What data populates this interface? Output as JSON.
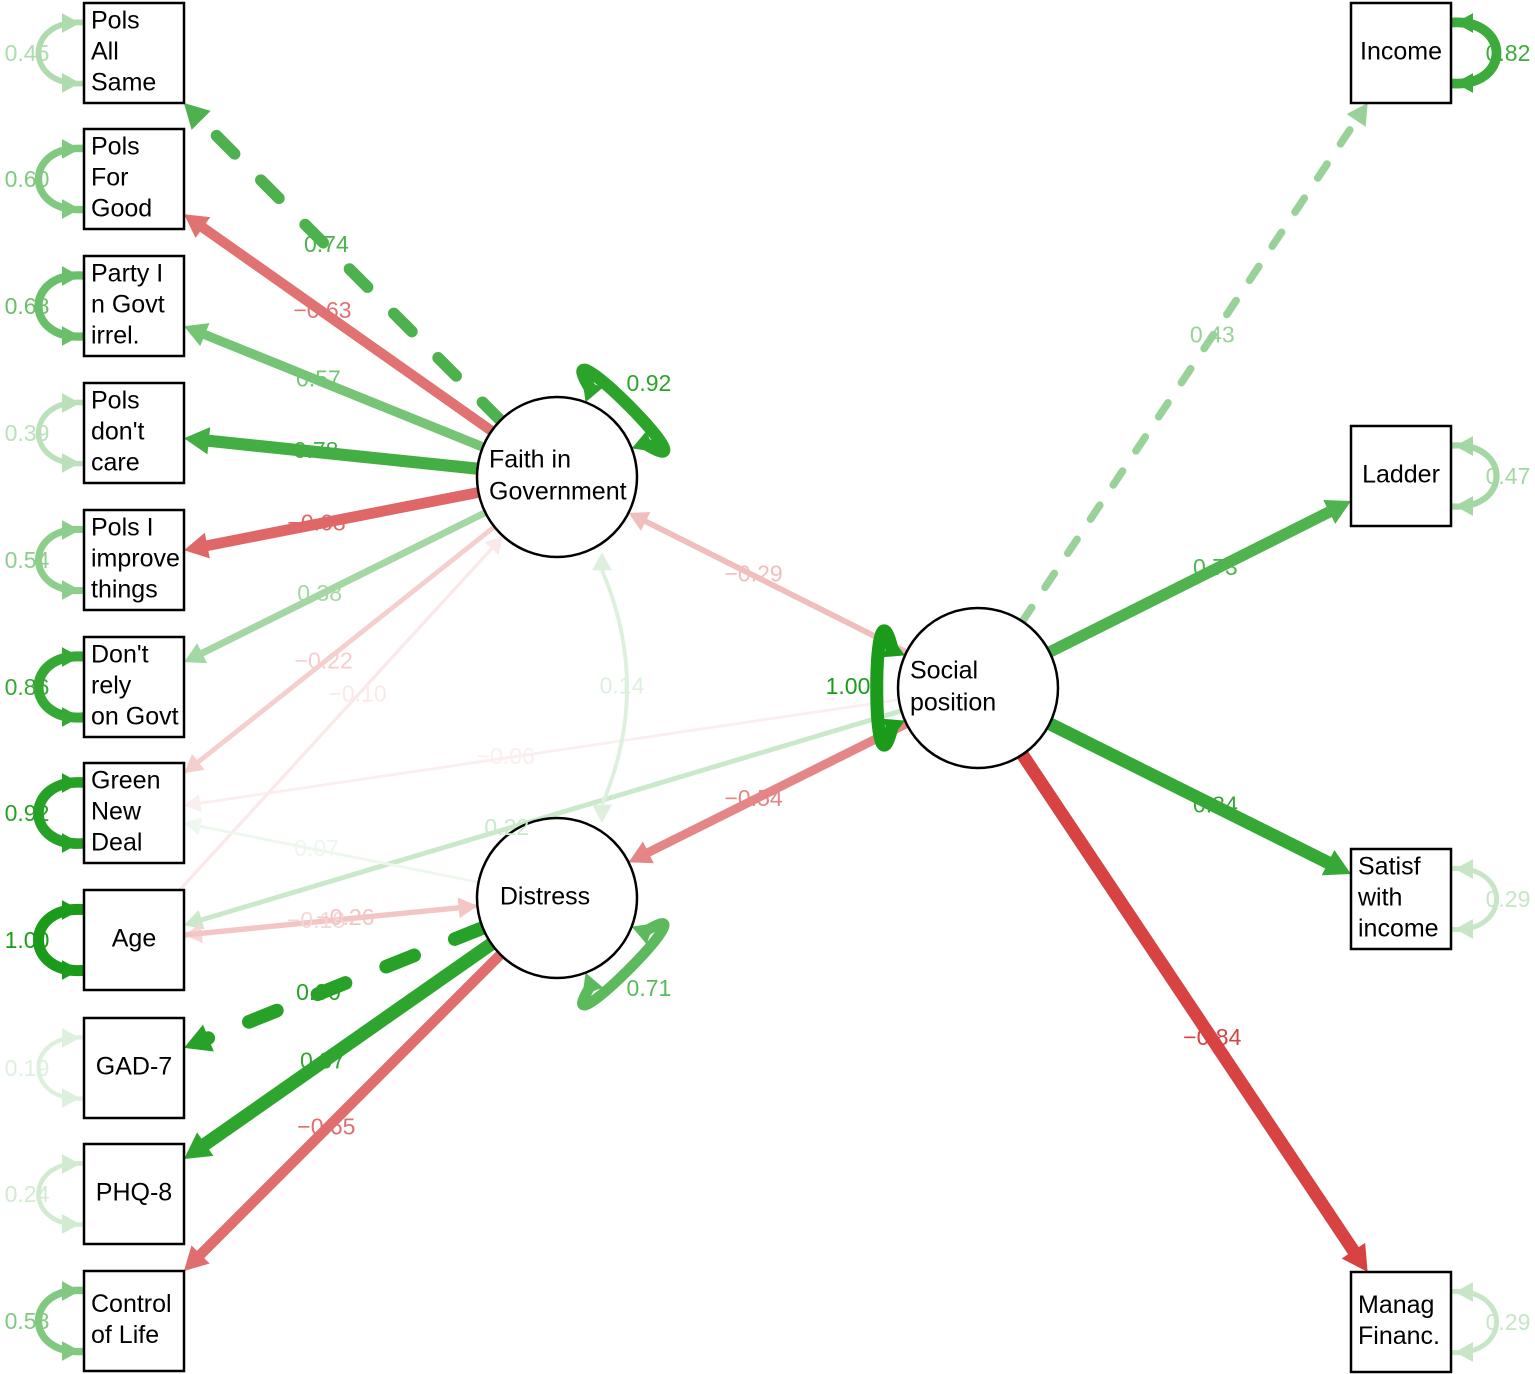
{
  "colors": {
    "positive": "#1a9c1a",
    "negative": "#d22a2a"
  },
  "observed": [
    {
      "id": "pols_all_same",
      "lines": [
        "Pols",
        "All",
        "Same"
      ],
      "variance": "0.45",
      "var_strength": 0.35
    },
    {
      "id": "pols_for_good",
      "lines": [
        "Pols",
        "For",
        "Good"
      ],
      "variance": "0.60",
      "var_strength": 0.55
    },
    {
      "id": "party_in_govt",
      "lines": [
        "Party I",
        "n Govt",
        "irrel."
      ],
      "variance": "0.68",
      "var_strength": 0.65
    },
    {
      "id": "pols_dont_care",
      "lines": [
        "Pols",
        "don't",
        "care"
      ],
      "variance": "0.39",
      "var_strength": 0.3
    },
    {
      "id": "pols_improve",
      "lines": [
        "Pols I",
        "improve",
        "things"
      ],
      "variance": "0.54",
      "var_strength": 0.5
    },
    {
      "id": "dont_rely",
      "lines": [
        "Don't",
        "rely",
        "on Govt"
      ],
      "variance": "0.86",
      "var_strength": 0.88
    },
    {
      "id": "green_new_deal",
      "lines": [
        "Green",
        "New",
        "Deal"
      ],
      "variance": "0.92",
      "var_strength": 0.95
    },
    {
      "id": "age",
      "lines": [
        "Age"
      ],
      "variance": "1.00",
      "var_strength": 1.0
    },
    {
      "id": "gad7",
      "lines": [
        "GAD-7"
      ],
      "variance": "0.19",
      "var_strength": 0.15
    },
    {
      "id": "phq8",
      "lines": [
        "PHQ-8"
      ],
      "variance": "0.24",
      "var_strength": 0.2
    },
    {
      "id": "control_life",
      "lines": [
        "Control",
        "of Life"
      ],
      "variance": "0.58",
      "var_strength": 0.55
    },
    {
      "id": "income",
      "lines": [
        "Income"
      ],
      "variance": "0.82",
      "var_strength": 0.85
    },
    {
      "id": "ladder",
      "lines": [
        "Ladder"
      ],
      "variance": "0.47",
      "var_strength": 0.4
    },
    {
      "id": "satisf_income",
      "lines": [
        "Satisf",
        "with",
        "income"
      ],
      "variance": "0.29",
      "var_strength": 0.25
    },
    {
      "id": "manag_financ",
      "lines": [
        "Manag",
        "Financ."
      ],
      "variance": "0.29",
      "var_strength": 0.25
    }
  ],
  "latent": [
    {
      "id": "faith",
      "lines": [
        "Faith in",
        "Government"
      ],
      "variance": "0.92",
      "var_strength": 0.92
    },
    {
      "id": "social",
      "lines": [
        "Social",
        "position"
      ],
      "variance": "1.00",
      "var_strength": 1.0
    },
    {
      "id": "distress",
      "lines": [
        "Distress"
      ],
      "variance": "0.71",
      "var_strength": 0.71
    }
  ],
  "paths": [
    {
      "from": "faith",
      "to": "pols_all_same",
      "label": "0.74",
      "value": 0.74,
      "dashed": true
    },
    {
      "from": "faith",
      "to": "pols_for_good",
      "label": "−0.63",
      "value": -0.63
    },
    {
      "from": "faith",
      "to": "party_in_govt",
      "label": "0.57",
      "value": 0.57
    },
    {
      "from": "faith",
      "to": "pols_dont_care",
      "label": "0.78",
      "value": 0.78
    },
    {
      "from": "faith",
      "to": "pols_improve",
      "label": "−0.68",
      "value": -0.68
    },
    {
      "from": "faith",
      "to": "dont_rely",
      "label": "0.38",
      "value": 0.38
    },
    {
      "from": "faith",
      "to": "green_new_deal",
      "label": "−0.22",
      "value": -0.22
    },
    {
      "from": "age",
      "to": "faith",
      "label": "−0.10",
      "value": -0.1
    },
    {
      "from": "social",
      "to": "faith",
      "label": "−0.29",
      "value": -0.29
    },
    {
      "from": "social",
      "to": "green_new_deal",
      "label": "−0.06",
      "value": -0.06
    },
    {
      "from": "social",
      "to": "age",
      "label": "0.22",
      "value": 0.22
    },
    {
      "from": "distress",
      "to": "green_new_deal",
      "label": "0.07",
      "value": 0.07
    },
    {
      "from": "distress",
      "to": "age",
      "label": "−0.18",
      "value": -0.18
    },
    {
      "from": "age",
      "to": "distress",
      "label": "−0.26",
      "value": -0.26
    },
    {
      "from": "social",
      "to": "distress",
      "label": "−0.54",
      "value": -0.54
    },
    {
      "from": "distress",
      "to": "gad7",
      "label": "0.90",
      "value": 0.9,
      "dashed": true
    },
    {
      "from": "distress",
      "to": "phq8",
      "label": "0.87",
      "value": 0.87
    },
    {
      "from": "distress",
      "to": "control_life",
      "label": "−0.65",
      "value": -0.65
    },
    {
      "from": "social",
      "to": "income",
      "label": "0.43",
      "value": 0.43,
      "dashed": true
    },
    {
      "from": "social",
      "to": "ladder",
      "label": "0.73",
      "value": 0.73
    },
    {
      "from": "social",
      "to": "satisf_income",
      "label": "0.84",
      "value": 0.84
    },
    {
      "from": "social",
      "to": "manag_financ",
      "label": "−0.84",
      "value": -0.84
    }
  ],
  "covariances": [
    {
      "a": "faith",
      "b": "distress",
      "label": "0.14",
      "value": 0.14
    }
  ]
}
